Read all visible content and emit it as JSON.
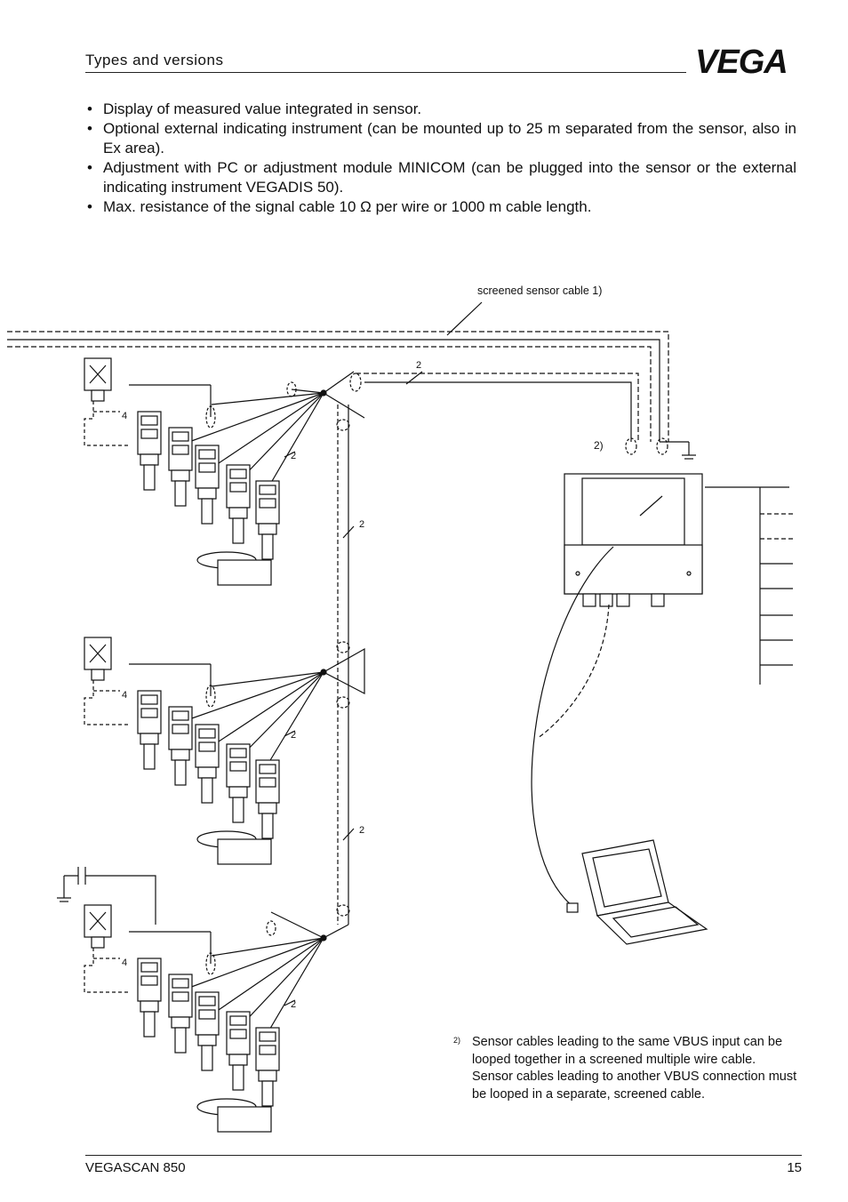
{
  "header": {
    "title": "Types and versions",
    "logo_text": "VEGA"
  },
  "bullets": [
    "Display of measured value integrated in sensor.",
    "Optional external indicating instrument (can be mounted up to 25 m separated from the sensor, also in Ex area).",
    "Adjustment with PC or adjustment module MINICOM (can be plugged into the sensor or the external indicating instrument VEGADIS 50).",
    "Max. resistance of the signal cable 10 Ω per wire or 1000 m cable length."
  ],
  "diagram": {
    "cable_label": "screened sensor cable 1)",
    "note_ref": "2)",
    "wire_label_2": "2",
    "wire_label_4": "4"
  },
  "footnote": {
    "mark": "2)",
    "line1": "Sensor cables leading to the same VBUS input can be looped together in a screened multiple wire cable.",
    "line2": "Sensor cables leading to another VBUS connection must be looped in a separate, screened cable."
  },
  "footer": {
    "product": "VEGASCAN 850",
    "page": "15"
  }
}
